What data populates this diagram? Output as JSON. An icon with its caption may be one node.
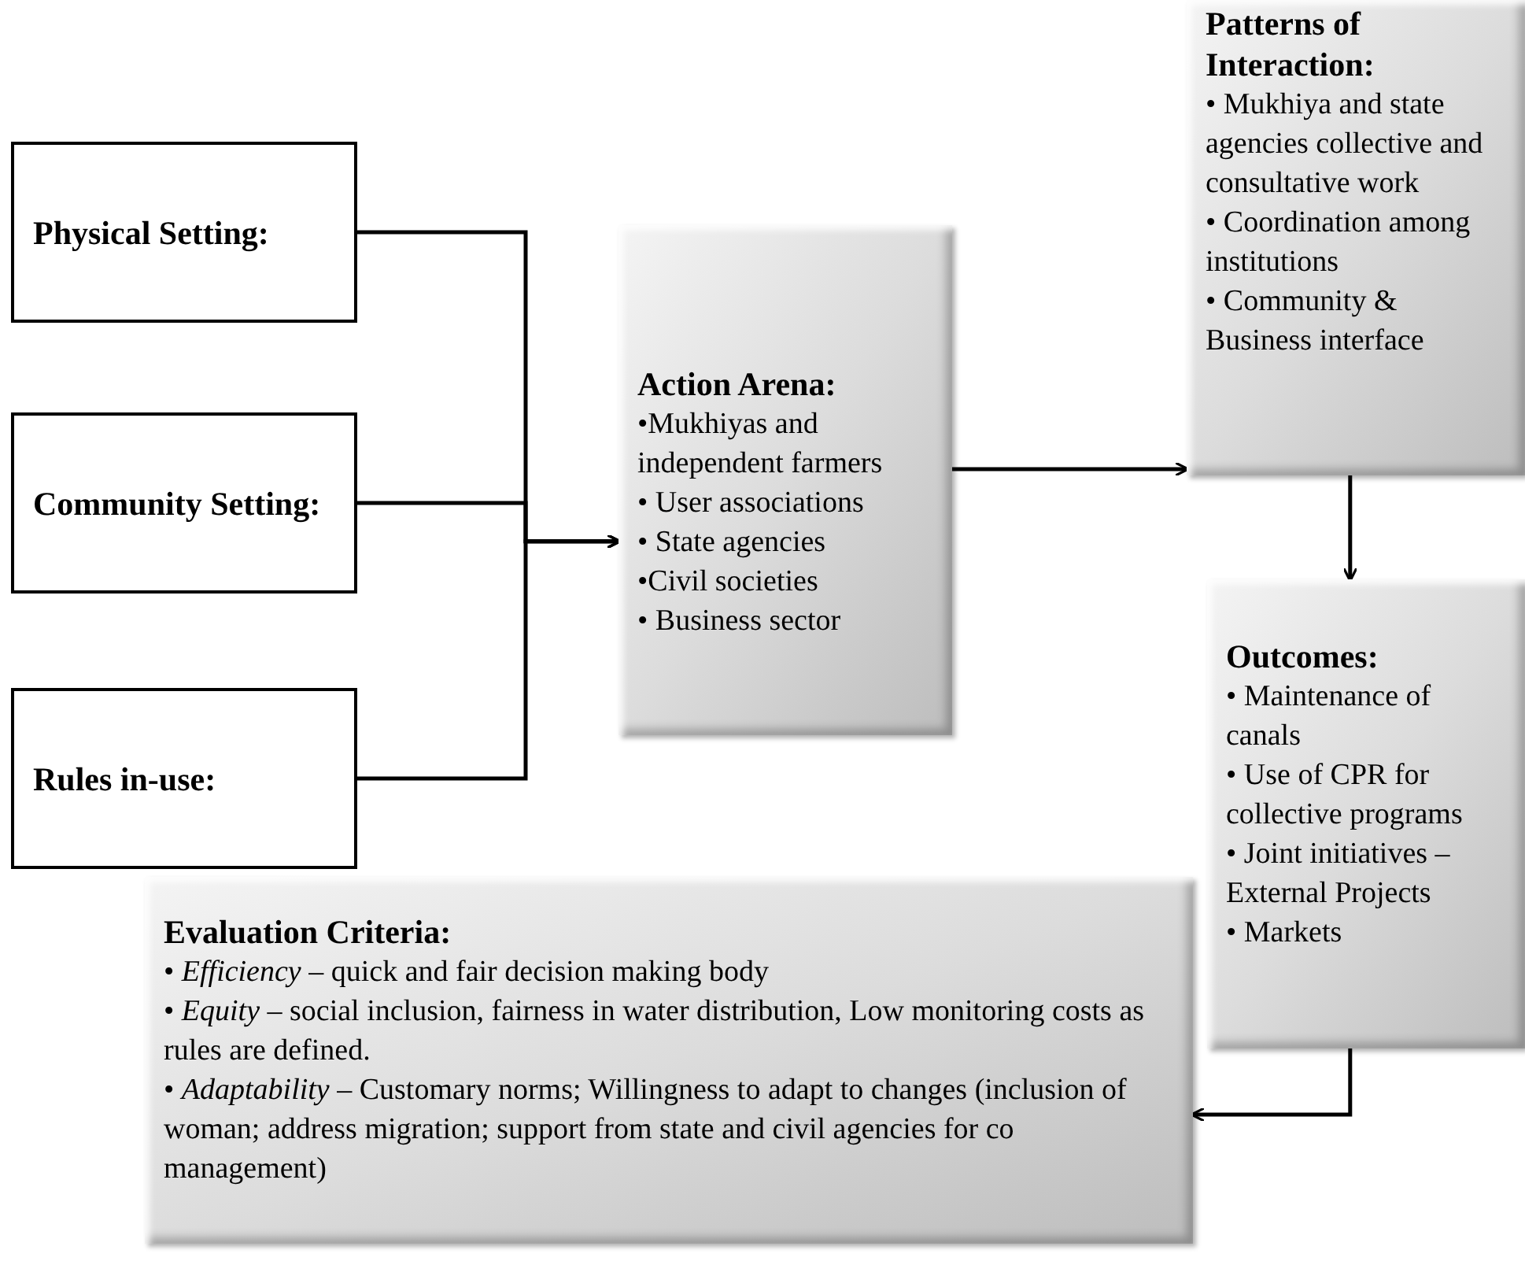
{
  "diagram": {
    "nodes": [
      {
        "text": [
          "Physical Setting:"
        ]
      },
      {
        "text": [
          "Community Setting:"
        ]
      },
      {
        "text": [
          "Rules in-use:"
        ]
      },
      {
        "text": [
          "Action Arena:",
          "•Mukhiyas and independent farmers",
          "• User associations",
          "• State agencies",
          "•Civil societies",
          "• Business sector"
        ]
      },
      {
        "text": [
          "Patterns of Interaction:",
          "• Mukhiya and state agencies collective and consultative work",
          "• Coordination among institutions",
          "• Community & Business interface"
        ]
      },
      {
        "text": [
          "Outcomes:",
          "• Maintenance of canals",
          "• Use of CPR for collective programs",
          "• Joint initiatives – External Projects",
          "• Markets"
        ]
      },
      {
        "text": [
          "Evaluation Criteria:",
          "• *Efficiency* – quick and fair decision making body",
          "• *Equity* – social inclusion, fairness in water distribution, Low monitoring costs as rules are defined.",
          "• *Adaptability* – Customary norms; Willingness to adapt to changes (inclusion of woman; address migration; support from state and civil agencies for co management)"
        ]
      }
    ],
    "edges": [
      {
        "from": 0,
        "to": 3,
        "arrow": "to"
      },
      {
        "from": 1,
        "to": 3,
        "arrow": "to"
      },
      {
        "from": 2,
        "to": 3,
        "arrow": "to"
      },
      {
        "from": 3,
        "to": 4,
        "arrow": "to"
      },
      {
        "from": 4,
        "to": 5,
        "arrow": "to"
      },
      {
        "from": 5,
        "to": 6,
        "arrow": "to"
      }
    ]
  }
}
